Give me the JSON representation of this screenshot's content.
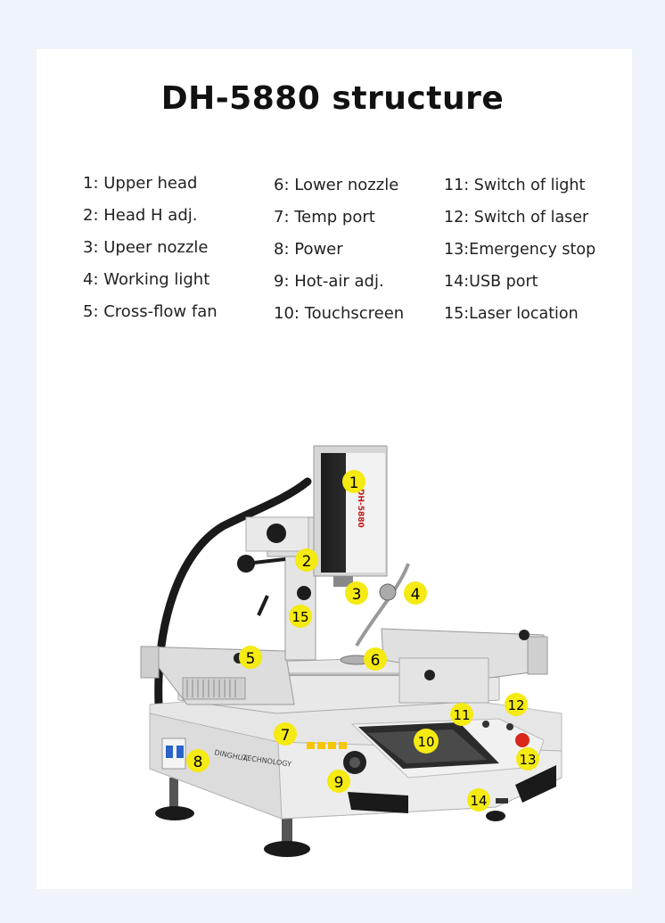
{
  "title": "DH-5880 structure",
  "legend": {
    "col1": [
      "1: Upper head",
      "2: Head H adj.",
      "3: Upeer nozzle",
      "4: Working light",
      "5: Cross-flow fan"
    ],
    "col2": [
      "6: Lower nozzle",
      "7: Temp port",
      "8: Power",
      "9: Hot-air adj.",
      "10: Touchscreen"
    ],
    "col3": [
      "11: Switch of light",
      "12: Switch of laser",
      "13:Emergency stop",
      "14:USB port",
      "15:Laser location"
    ]
  },
  "machine_labels": {
    "brand_vertical": "DH-5880",
    "side_text_1": "DINGHUA",
    "side_text_2": "TECHNOLOGY"
  },
  "markers": [
    "1",
    "2",
    "3",
    "4",
    "5",
    "6",
    "7",
    "8",
    "9",
    "10",
    "11",
    "12",
    "13",
    "14",
    "15"
  ],
  "colors": {
    "marker_fill": "#f5ea12",
    "title": "#111111",
    "page_bg": "#eef4f9",
    "card_bg": "#ffffff"
  }
}
